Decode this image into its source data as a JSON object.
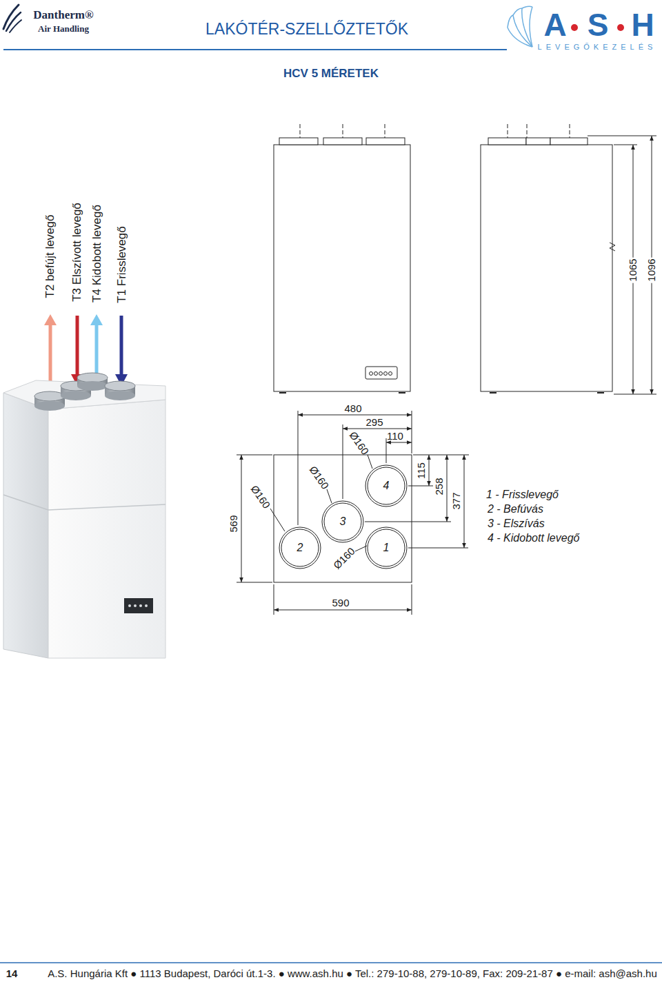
{
  "diagram": {
    "title": "LAKÓTÉR-SZELLŐZTETŐK",
    "nodes": [
      {
        "text": [
          "4"
        ]
      },
      {
        "text": [
          "3"
        ]
      },
      {
        "text": [
          "2"
        ]
      },
      {
        "text": [
          "1"
        ]
      }
    ],
    "labels": [
      "Dantherm®",
      "Air Handling",
      "A",
      "S",
      "H",
      "LEVEGŐKEZELÉS",
      "HCV 5 MÉRETEK",
      "T2 befújt levegő",
      "T3 Elszívott levegő",
      "T4 Kidobott levegő",
      "T1 Frisslevegő",
      "1065",
      "1096",
      "480",
      "295",
      "110",
      "Ø160",
      "Ø160",
      "Ø160",
      "Ø160",
      "115",
      "258",
      "377",
      "569",
      "590",
      "1 - Frisslevegő",
      "2 - Befúvás",
      "3 - Elszívás",
      "4 - Kidobott levegő",
      "14",
      "A.S. Hungária Kft ● 1113 Budapest, Daróci út.1-3. ● www.ash.hu ● Tel.: 279-10-88, 279-10-89, Fax: 209-21-87 ● e-mail: ash@ash.hu"
    ]
  }
}
